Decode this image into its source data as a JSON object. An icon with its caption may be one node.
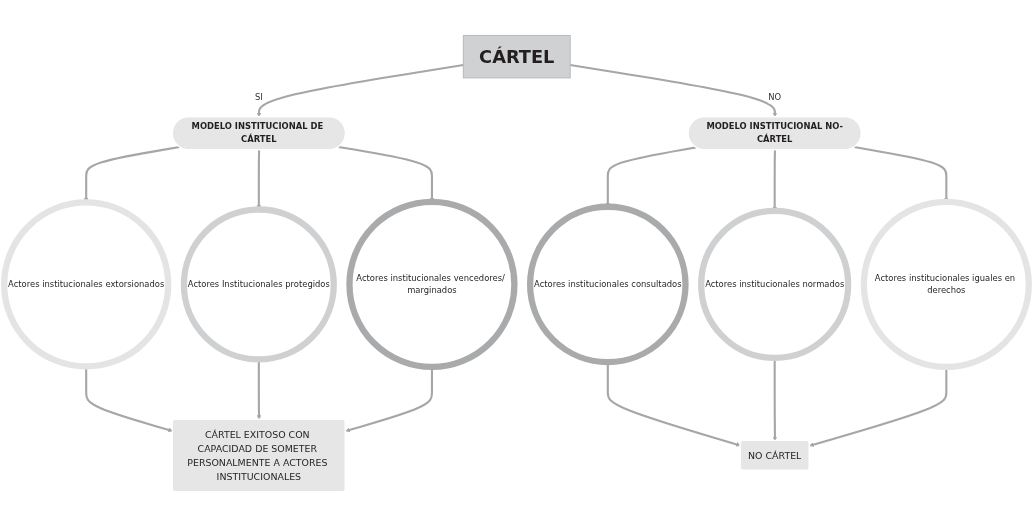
{
  "diagram": {
    "nodes": [
      {
        "text": [
          "CÁRTEL"
        ]
      },
      {
        "text": [
          "MODELO INSTITUCIONAL DE CÁRTEL"
        ]
      },
      {
        "text": [
          "MODELO INSTITUCIONAL NO-CÁRTEL"
        ]
      },
      {
        "text": [
          "Actores institucionales extorsionados"
        ]
      },
      {
        "text": [
          "Actores Institucionales protegidos"
        ]
      },
      {
        "text": [
          "Actores institucionales vencedores/ marginados"
        ]
      },
      {
        "text": [
          "Actores institucionales consultados"
        ]
      },
      {
        "text": [
          "Actores institucionales normados"
        ]
      },
      {
        "text": [
          "Actores institucionales iguales en derechos"
        ]
      },
      {
        "text": [
          "CÁRTEL EXITOSO CON CAPACIDAD DE SOMETER PERSONALMENTE A ACTORES INSTITUCIONALES"
        ]
      },
      {
        "text": [
          "NO CÁRTEL"
        ]
      }
    ],
    "edges": [
      {
        "from": 0,
        "to": 1,
        "arrow": "to",
        "label": "SI"
      },
      {
        "from": 0,
        "to": 2,
        "arrow": "to",
        "label": "NO"
      },
      {
        "from": 1,
        "to": 3,
        "arrow": "to"
      },
      {
        "from": 1,
        "to": 4,
        "arrow": "to"
      },
      {
        "from": 1,
        "to": 5,
        "arrow": "to"
      },
      {
        "from": 2,
        "to": 6,
        "arrow": "to"
      },
      {
        "from": 2,
        "to": 7,
        "arrow": "to"
      },
      {
        "from": 2,
        "to": 8,
        "arrow": "to"
      },
      {
        "from": 3,
        "to": 9,
        "arrow": "to"
      },
      {
        "from": 4,
        "to": 9,
        "arrow": "to"
      },
      {
        "from": 5,
        "to": 9,
        "arrow": "to"
      },
      {
        "from": 6,
        "to": 10,
        "arrow": "to"
      },
      {
        "from": 7,
        "to": 10,
        "arrow": "to"
      },
      {
        "from": 8,
        "to": 10,
        "arrow": "to"
      }
    ]
  }
}
